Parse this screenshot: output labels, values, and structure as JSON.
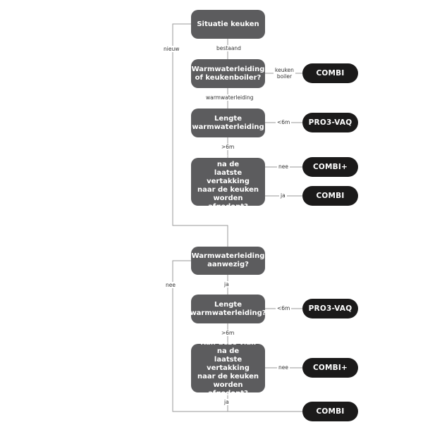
{
  "diagram": {
    "nodes": {
      "situatie": "Situatie keuken",
      "q_warm_of_boiler": "Warmwaterleiding\nof keukenboiler?",
      "q_lengte_1": "Lengte\nwarmwaterleiding",
      "q_vlak_1": "Kan deze vlak na de\nlaatste vertakking\nnaar de keuken\nworden afgedopt?",
      "q_aanwezig": "Warmwaterleiding\naanwezig?",
      "q_lengte_2": "Lengte\nwarmwaterleiding?",
      "q_vlak_2": "Kan deze vlak na de\nlaatste vertakking\nnaar de keuken\nworden afgedopt?",
      "r_combi_1": "COMBI",
      "r_pro3_1": "PRO3-VAQ",
      "r_combiplus_1": "COMBI+",
      "r_combi_2": "COMBI",
      "r_pro3_2": "PRO3-VAQ",
      "r_combiplus_2": "COMBI+",
      "r_combi_3": "COMBI"
    },
    "edge_labels": {
      "nieuw": "nieuw",
      "bestaand": "bestaand",
      "keukenboiler": "keuken\nboiler",
      "warmwaterleiding": "warmwaterleiding",
      "lt6m_1": "<6m",
      "gt6m_1": ">6m",
      "nee_1": "nee",
      "ja_1": "ja",
      "nee_2": "nee",
      "ja_2": "ja",
      "lt6m_2": "<6m",
      "gt6m_2": ">6m",
      "nee_3": "nee",
      "ja_3": "ja"
    },
    "colors": {
      "question_box": "#5c5c5e",
      "result_box": "#1b1a1a",
      "line": "#9a9a9a"
    }
  }
}
